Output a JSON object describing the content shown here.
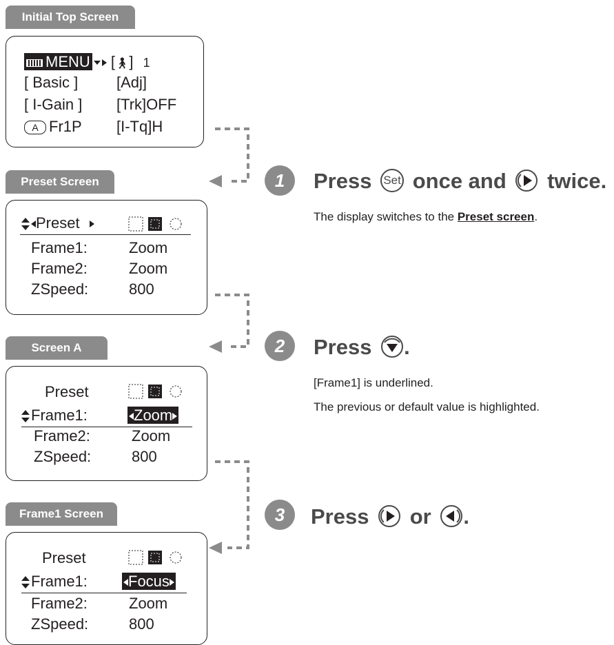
{
  "tags": {
    "initial": "Initial Top Screen",
    "preset": "Preset Screen",
    "screen_a": "Screen A",
    "frame1": "Frame1 Screen"
  },
  "top_screen": {
    "menu_label": "MENU",
    "id_value": "1",
    "basic": "[ Basic ]",
    "adj": "[Adj]",
    "igain": "[ I-Gain ]",
    "trk": "[Trk]OFF",
    "a_label": "A",
    "fr1p": "Fr1P",
    "itq": "[I-Tq]H"
  },
  "preset_screen": {
    "title": "Preset",
    "rows": [
      {
        "label": "Frame1:",
        "value": "Zoom"
      },
      {
        "label": "Frame2:",
        "value": "Zoom"
      },
      {
        "label": "ZSpeed:",
        "value": "800"
      }
    ]
  },
  "screen_a": {
    "title": "Preset",
    "rows": [
      {
        "label": "Frame1:",
        "value": "Zoom"
      },
      {
        "label": "Frame2:",
        "value": "Zoom"
      },
      {
        "label": "ZSpeed:",
        "value": "800"
      }
    ]
  },
  "frame1_screen": {
    "title": "Preset",
    "rows": [
      {
        "label": "Frame1:",
        "value": "Focus"
      },
      {
        "label": "Frame2:",
        "value": "Zoom"
      },
      {
        "label": "ZSpeed:",
        "value": "800"
      }
    ]
  },
  "steps": [
    {
      "number": "1",
      "press": "Press",
      "set_label": "Set",
      "middle": "once and",
      "end": "twice.",
      "desc_prefix": "The display switches to the ",
      "desc_link": "Preset screen",
      "desc_suffix": "."
    },
    {
      "number": "2",
      "press": "Press",
      "end": ".",
      "desc1": "[Frame1] is underlined.",
      "desc2": "The previous or default value is highlighted."
    },
    {
      "number": "3",
      "press": "Press",
      "middle": "or",
      "end": "."
    }
  ],
  "colors": {
    "tag_bg": "#8b8b8c",
    "text": "#231f20",
    "title_gray": "#4a4a4b",
    "connector": "#8b8b8c"
  }
}
